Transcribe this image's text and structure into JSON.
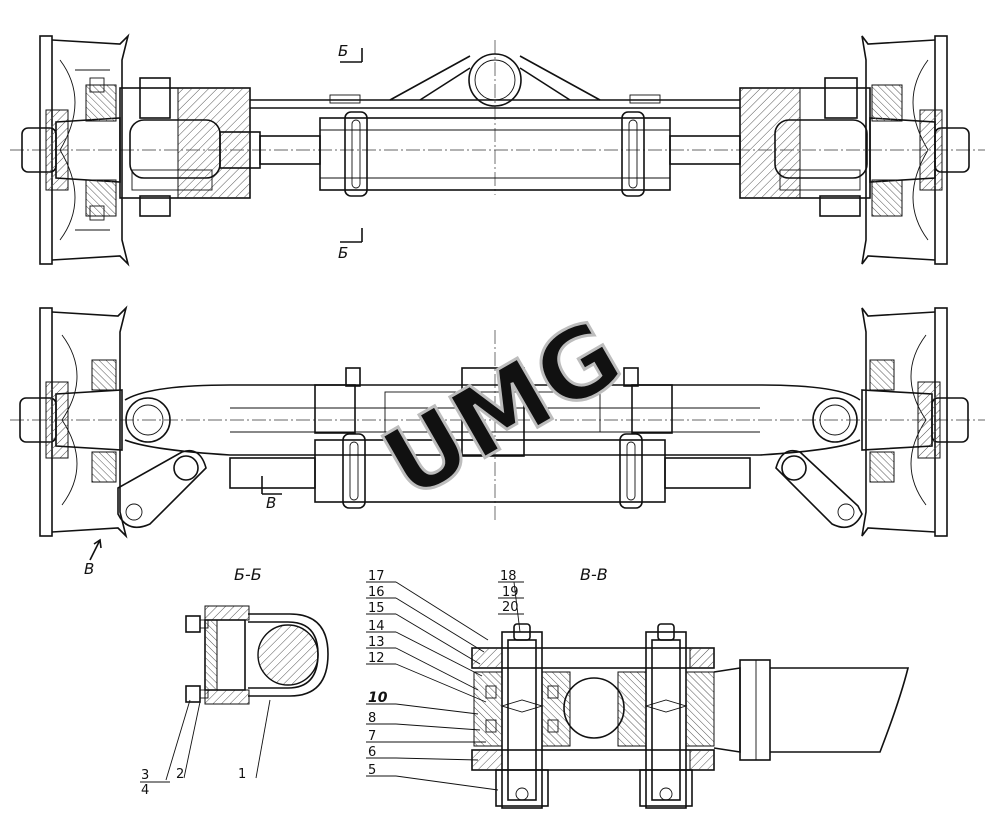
{
  "watermark": "UMG",
  "section_marks": {
    "b_top": "Б",
    "b_bottom": "Б",
    "v_rod": "В",
    "v_wheel": "В"
  },
  "section_titles": {
    "bb": "Б-Б",
    "vv": "В-В"
  },
  "callouts_bb": [
    "1",
    "2",
    "3",
    "4"
  ],
  "callouts_vv": [
    "5",
    "6",
    "7",
    "8",
    "10",
    "12",
    "13",
    "14",
    "15",
    "16",
    "17",
    "18",
    "19",
    "20"
  ],
  "colors": {
    "ink": "#111111",
    "hatch": "#555555",
    "watermark": "#bdbdbd"
  }
}
